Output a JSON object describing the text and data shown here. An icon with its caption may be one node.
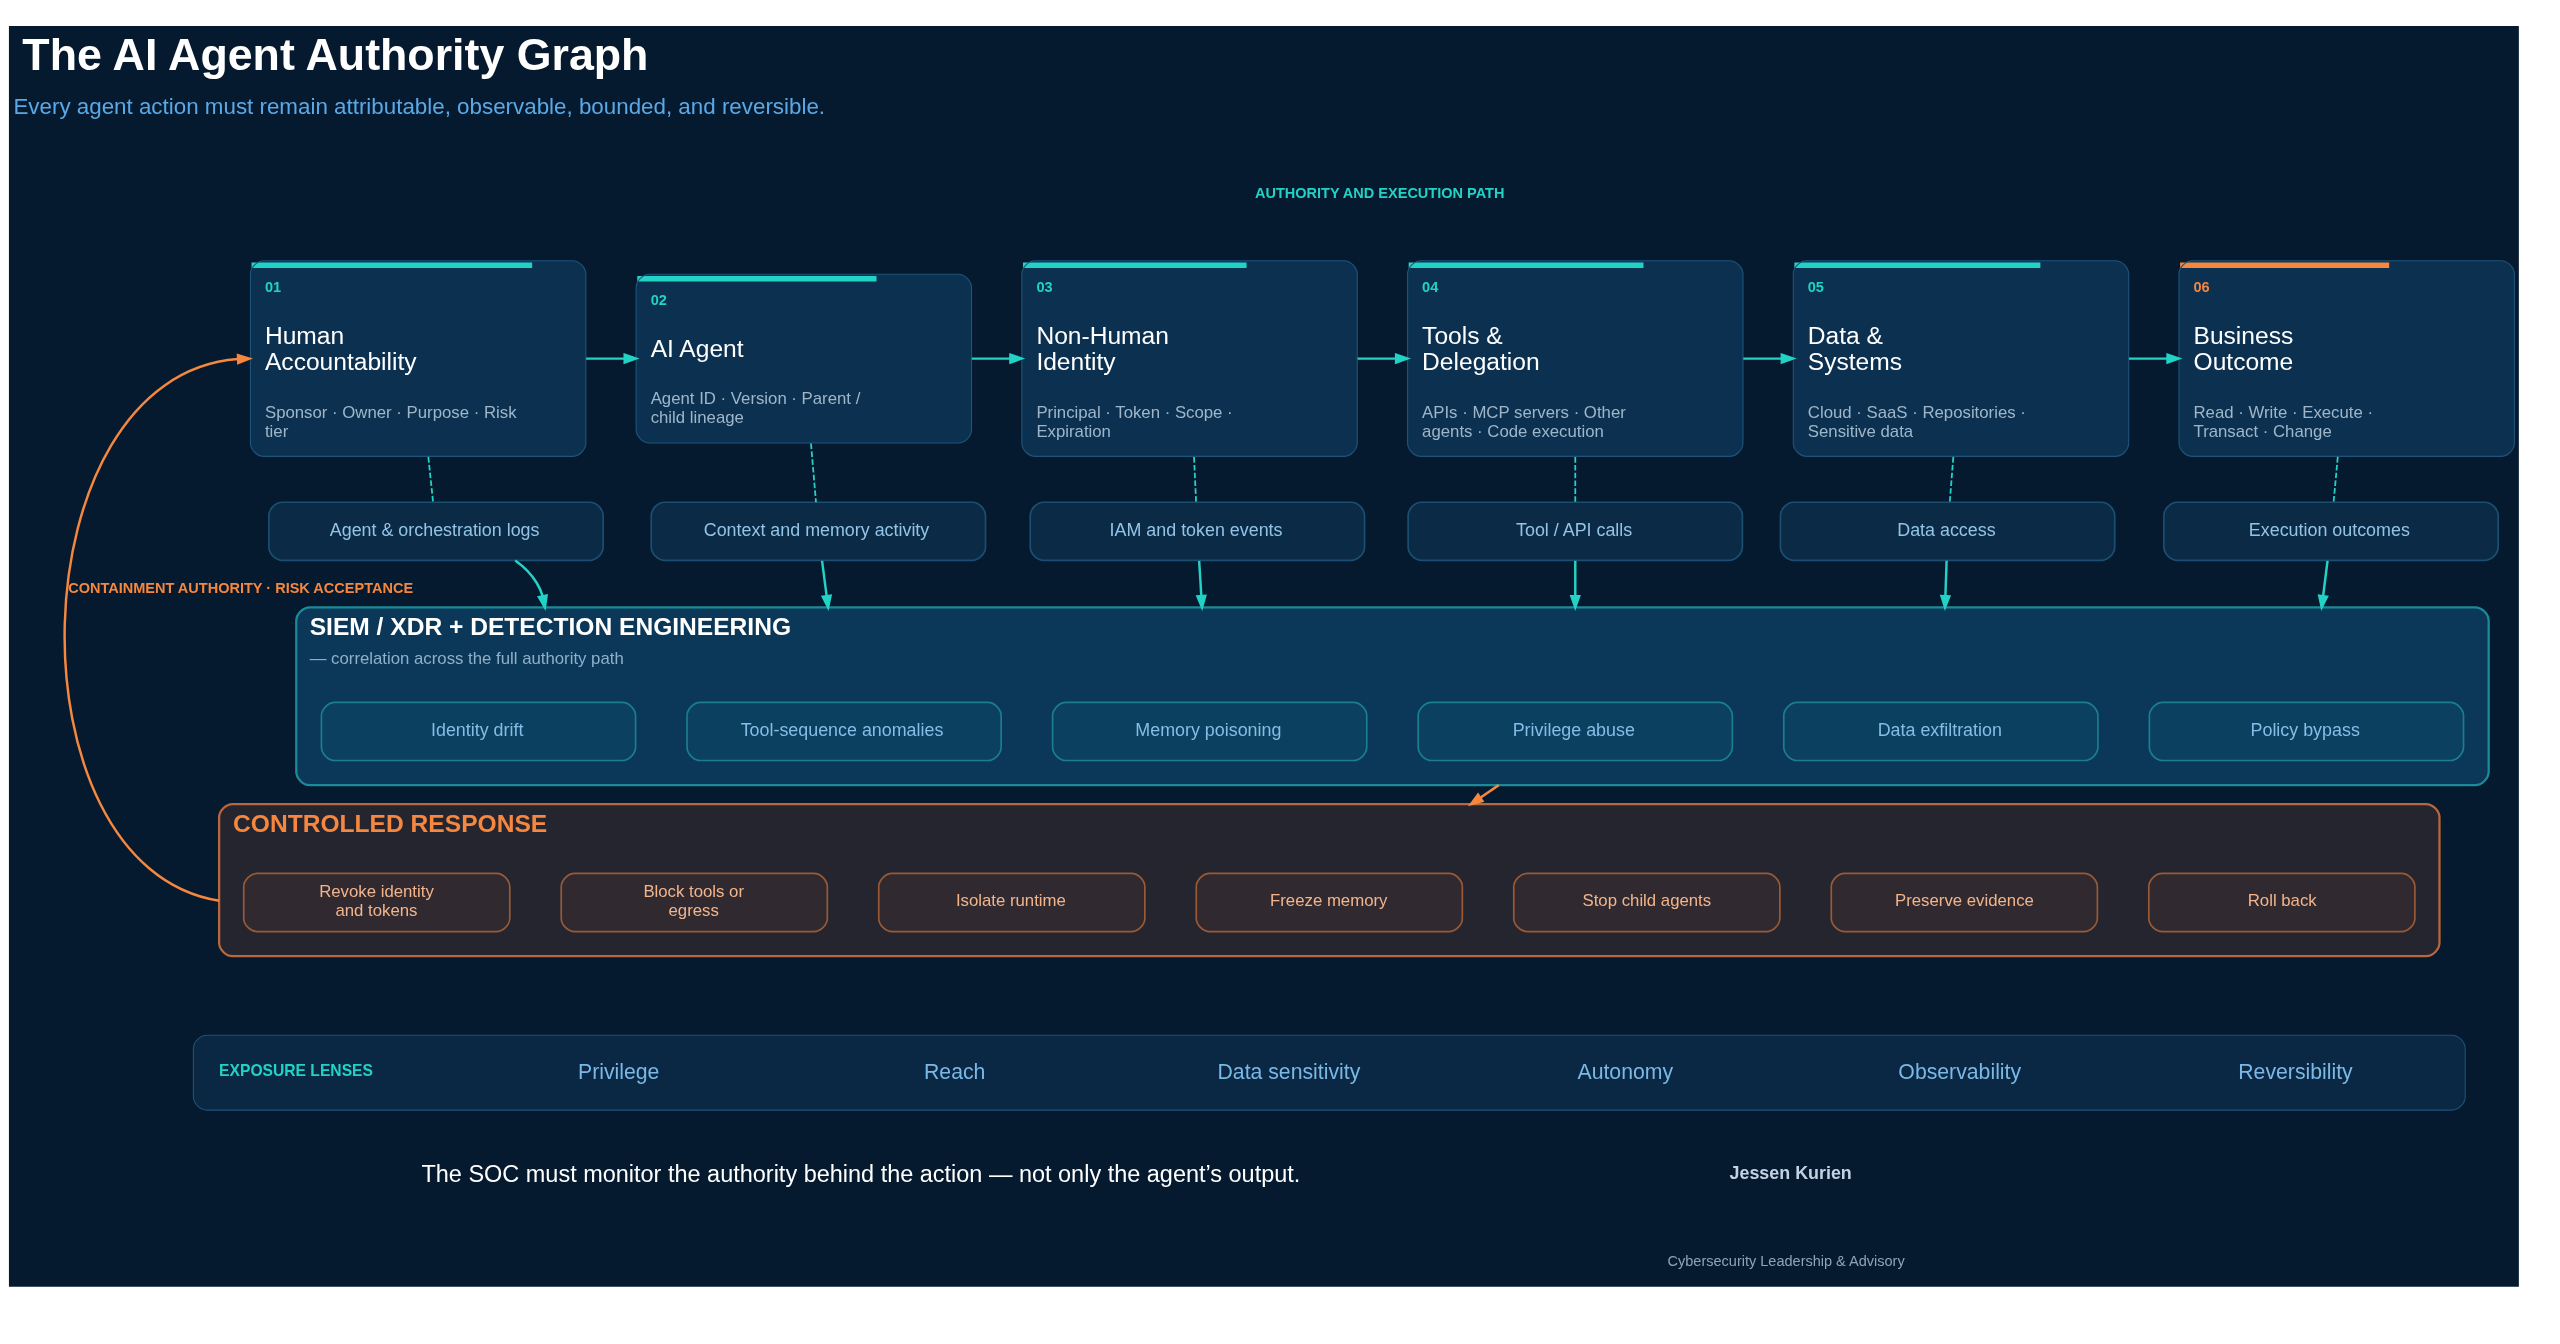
{
  "diagram": {
    "title": "The AI Agent Authority Graph",
    "nodes": [
      {
        "text": [
          "01",
          "Human Accountability",
          "Sponsor · Owner · Purpose · Risk tier"
        ]
      },
      {
        "text": [
          "02",
          "AI Agent",
          "Agent ID · Version · Parent / child lineage"
        ]
      },
      {
        "text": [
          "03",
          "Non-Human Identity",
          "Principal · Token · Scope · Expiration"
        ]
      },
      {
        "text": [
          "04",
          "Tools & Delegation",
          "APIs · MCP servers · Other agents · Code execution"
        ]
      },
      {
        "text": [
          "05",
          "Data & Systems",
          "Cloud · SaaS · Repositories · Sensitive data"
        ]
      },
      {
        "text": [
          "06",
          "Business Outcome",
          "Read · Write · Execute · Transact · Change"
        ]
      },
      {
        "text": [
          "Agent & orchestration logs"
        ]
      },
      {
        "text": [
          "Context and memory activity"
        ]
      },
      {
        "text": [
          "IAM and token events"
        ]
      },
      {
        "text": [
          "Tool / API calls"
        ]
      },
      {
        "text": [
          "Data access"
        ]
      },
      {
        "text": [
          "Execution outcomes"
        ]
      },
      {
        "text": [
          "SIEM / XDR + DETECTION ENGINEERING",
          "— correlation across the full authority path"
        ]
      },
      {
        "text": [
          "Identity drift"
        ],
        "in": 12
      },
      {
        "text": [
          "Tool-sequence anomalies"
        ],
        "in": 12
      },
      {
        "text": [
          "Memory poisoning"
        ],
        "in": 12
      },
      {
        "text": [
          "Privilege abuse"
        ],
        "in": 12
      },
      {
        "text": [
          "Data exfiltration"
        ],
        "in": 12
      },
      {
        "text": [
          "Policy bypass"
        ],
        "in": 12
      },
      {
        "text": [
          "CONTROLLED RESPONSE"
        ]
      },
      {
        "text": [
          "Revoke identity and tokens"
        ],
        "in": 19
      },
      {
        "text": [
          "Block tools or egress"
        ],
        "in": 19
      },
      {
        "text": [
          "Isolate runtime"
        ],
        "in": 19
      },
      {
        "text": [
          "Freeze memory"
        ],
        "in": 19
      },
      {
        "text": [
          "Stop child agents"
        ],
        "in": 19
      },
      {
        "text": [
          "Preserve evidence"
        ],
        "in": 19
      },
      {
        "text": [
          "Roll back"
        ],
        "in": 19
      },
      {
        "text": [
          "EXPOSURE LENSES",
          "Privilege",
          "Reach",
          "Data sensitivity",
          "Autonomy",
          "Observability",
          "Reversibility"
        ]
      }
    ],
    "edges": [
      {
        "from": 0,
        "to": 1,
        "arrow": "to"
      },
      {
        "from": 1,
        "to": 2,
        "arrow": "to"
      },
      {
        "from": 2,
        "to": 3,
        "arrow": "to"
      },
      {
        "from": 3,
        "to": 4,
        "arrow": "to"
      },
      {
        "from": 4,
        "to": 5,
        "arrow": "to"
      },
      {
        "from": 0,
        "to": 6,
        "arrow": "none",
        "style": "dashed"
      },
      {
        "from": 1,
        "to": 7,
        "arrow": "none",
        "style": "dashed"
      },
      {
        "from": 2,
        "to": 8,
        "arrow": "none",
        "style": "dashed"
      },
      {
        "from": 3,
        "to": 9,
        "arrow": "none",
        "style": "dashed"
      },
      {
        "from": 4,
        "to": 10,
        "arrow": "none",
        "style": "dashed"
      },
      {
        "from": 5,
        "to": 11,
        "arrow": "none",
        "style": "dashed"
      },
      {
        "from": 6,
        "to": 12,
        "arrow": "to"
      },
      {
        "from": 7,
        "to": 12,
        "arrow": "to"
      },
      {
        "from": 8,
        "to": 12,
        "arrow": "to"
      },
      {
        "from": 9,
        "to": 12,
        "arrow": "to"
      },
      {
        "from": 10,
        "to": 12,
        "arrow": "to"
      },
      {
        "from": 11,
        "to": 12,
        "arrow": "to"
      },
      {
        "from": 12,
        "to": 19,
        "arrow": "to",
        "color": "#f5873e"
      },
      {
        "from": 19,
        "to": 0,
        "arrow": "to",
        "color": "#f5873e",
        "label": "CONTAINMENT AUTHORITY · RISK ACCEPTANCE"
      }
    ],
    "labels": [
      "Every agent action must remain attributable, observable, bounded, and reversible.",
      "AUTHORITY AND EXECUTION PATH",
      "The SOC must monitor the authority behind the action — not only the agent’s output.",
      "Jessen Kurien",
      "Cybersecurity Leadership & Advisory"
    ]
  }
}
